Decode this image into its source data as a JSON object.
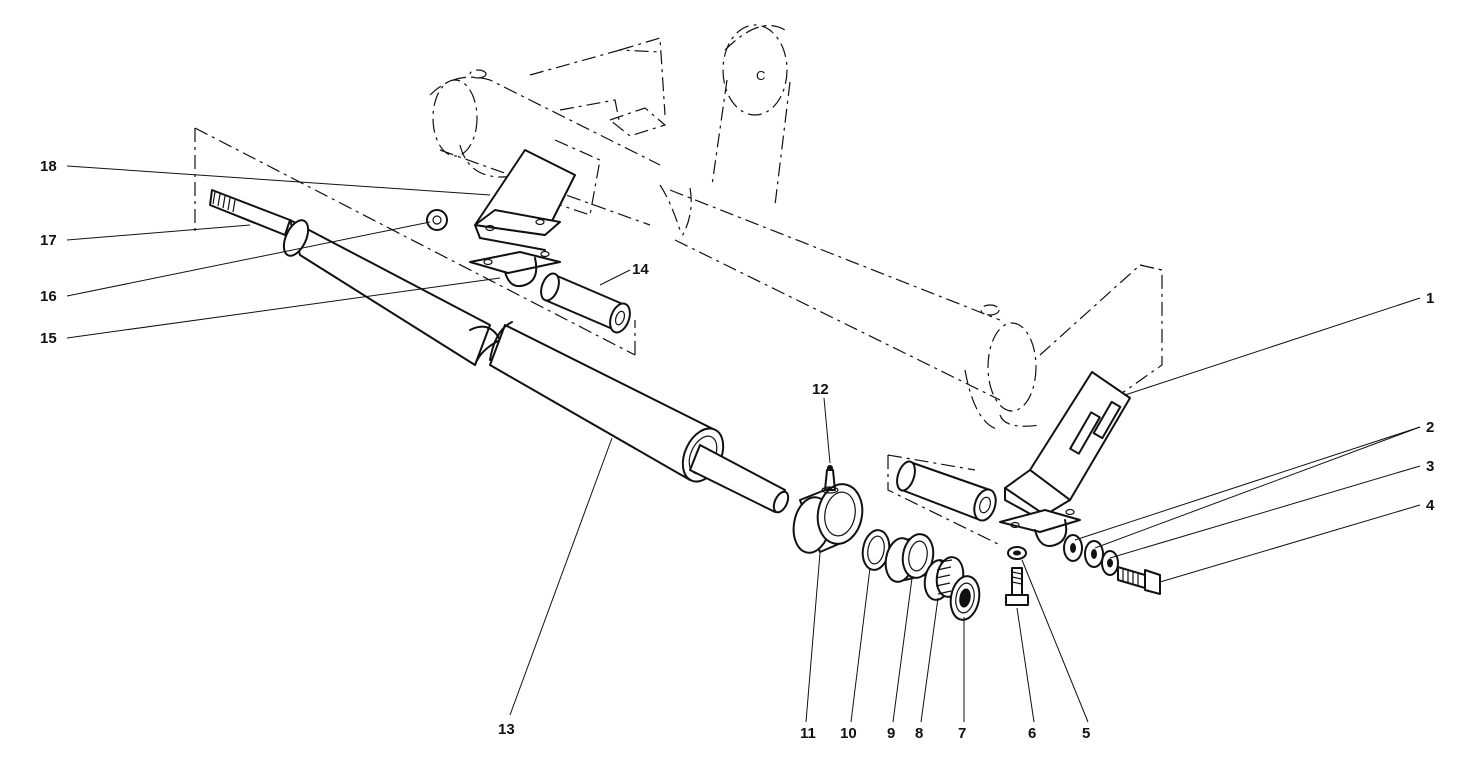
{
  "callouts": [
    {
      "id": "1",
      "text": "1"
    },
    {
      "id": "2",
      "text": "2"
    },
    {
      "id": "3",
      "text": "3"
    },
    {
      "id": "4",
      "text": "4"
    },
    {
      "id": "5",
      "text": "5"
    },
    {
      "id": "6",
      "text": "6"
    },
    {
      "id": "7",
      "text": "7"
    },
    {
      "id": "8",
      "text": "8"
    },
    {
      "id": "9",
      "text": "9"
    },
    {
      "id": "10",
      "text": "10"
    },
    {
      "id": "11",
      "text": "11"
    },
    {
      "id": "12",
      "text": "12"
    },
    {
      "id": "13",
      "text": "13"
    },
    {
      "id": "14",
      "text": "14"
    },
    {
      "id": "15",
      "text": "15"
    },
    {
      "id": "16",
      "text": "16"
    },
    {
      "id": "17",
      "text": "17"
    },
    {
      "id": "18",
      "text": "18"
    }
  ],
  "frame_mark": "C"
}
